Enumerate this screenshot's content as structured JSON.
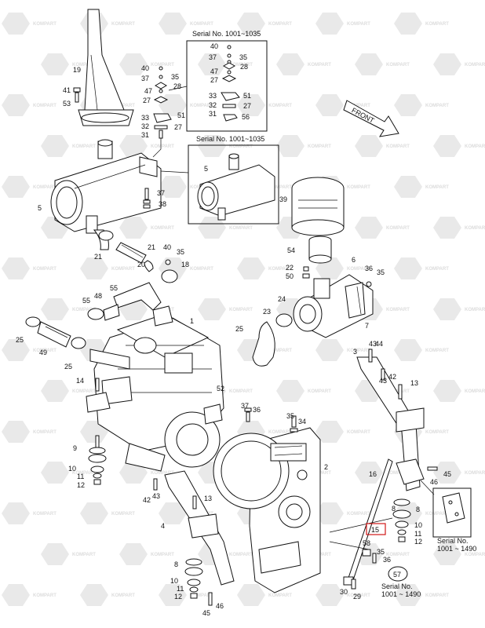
{
  "serial_notes": {
    "top": "Serial No. 1001~1035",
    "middle": "Serial No. 1001~1035",
    "right_mount": "Serial No.\n1001 ~ 1490",
    "bottom_right": "Serial No.\n1001 ~ 1490"
  },
  "front_label": "FRONT",
  "watermark": "KOMPART",
  "callouts": {
    "c1": "1",
    "c2": "2",
    "c3": "3",
    "c4": "4",
    "c5a": "5",
    "c5b": "5",
    "c6": "6",
    "c7": "7",
    "c8a": "8",
    "c8b": "8",
    "c8c": "8",
    "c9": "9",
    "c10a": "10",
    "c10b": "10",
    "c10c": "10",
    "c11a": "11",
    "c11b": "11",
    "c11c": "11",
    "c12a": "12",
    "c12b": "12",
    "c12c": "12",
    "c13a": "13",
    "c13b": "13",
    "c14": "14",
    "c15": "15",
    "c16": "16",
    "c18": "18",
    "c19": "19",
    "c20": "20",
    "c21a": "21",
    "c21b": "21",
    "c22": "22",
    "c23": "23",
    "c24": "24",
    "c25a": "25",
    "c25b": "25",
    "c25c": "25",
    "c27a": "27",
    "c27b": "27",
    "c27c": "27",
    "c27d": "27",
    "c28a": "28",
    "c28b": "28",
    "c29": "29",
    "c30": "30",
    "c31a": "31",
    "c31b": "31",
    "c32a": "32",
    "c32b": "32",
    "c33a": "33",
    "c33b": "33",
    "c34": "34",
    "c35a": "35",
    "c35b": "35",
    "c35c": "35",
    "c35d": "35",
    "c35e": "35",
    "c35f": "35",
    "c36a": "36",
    "c36b": "36",
    "c36c": "36",
    "c37a": "37",
    "c37b": "37",
    "c37c": "37",
    "c37d": "37",
    "c38": "38",
    "c39": "39",
    "c40a": "40",
    "c40b": "40",
    "c40c": "40",
    "c41": "41",
    "c42a": "42",
    "c42b": "42",
    "c43a": "43",
    "c43b": "43",
    "c43c": "43",
    "c44": "44",
    "c45a": "45",
    "c45b": "45",
    "c46a": "46",
    "c46b": "46",
    "c47a": "47",
    "c47b": "47",
    "c48": "48",
    "c49": "49",
    "c50": "50",
    "c51a": "51",
    "c51b": "51",
    "c52": "52",
    "c53": "53",
    "c54": "54",
    "c55a": "55",
    "c55b": "55",
    "c56a": "56",
    "c56b": "56",
    "c57": "57",
    "c58": "58"
  },
  "highlight_color": "#d01818"
}
